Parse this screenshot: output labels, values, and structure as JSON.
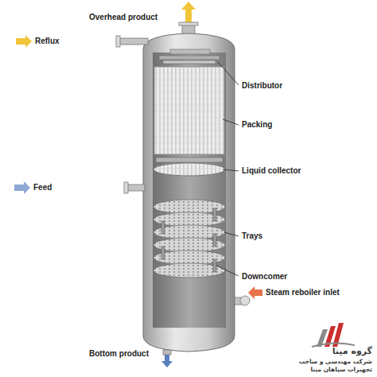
{
  "diagram": {
    "labels": [
      "Overhead product",
      "Reflux",
      "Distributor",
      "Packing",
      "Liquid collector",
      "Feed",
      "Trays",
      "Downcomer",
      "Steam reboiler inlet",
      "Bottom product",
      "گروه مینا",
      "شرکت مهندسی و ساخت",
      "تجهیزات سپاهان مینا"
    ]
  }
}
